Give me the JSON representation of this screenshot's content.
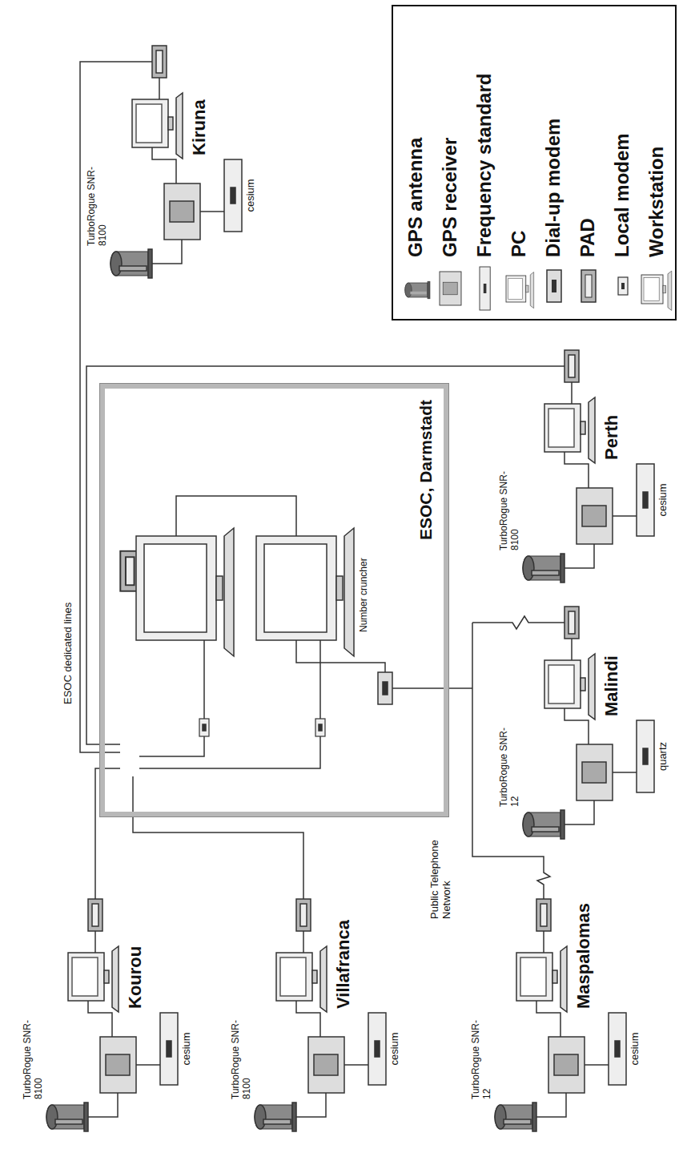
{
  "diagram": {
    "nodes": [
      {
        "text": [
          "ESOC, Darmstadt"
        ]
      }
    ],
    "labels": [
      "TurboRogue SNR-8100",
      "cesium",
      "Kiruna",
      "TurboRogue SNR-8100",
      "cesium",
      "Perth",
      "ESOC dedicated lines",
      "Number cruncher",
      "TurboRogue SNR-12",
      "quartz",
      "Malindi",
      "Kourou",
      "TurboRogue SNR-8100",
      "cesium",
      "Villafranca",
      "TurboRogue SNR-8100",
      "cesium",
      "Public Telephone Network",
      "Maspalomas",
      "TurboRogue SNR-12",
      "cesium"
    ],
    "legend": [
      {
        "text": "GPS antenna"
      },
      {
        "text": "GPS receiver"
      },
      {
        "text": "Frequency standard"
      },
      {
        "text": "PC"
      },
      {
        "text": "Dial-up modem"
      },
      {
        "text": "PAD"
      },
      {
        "text": "Local modem"
      },
      {
        "text": "Workstation"
      }
    ]
  }
}
